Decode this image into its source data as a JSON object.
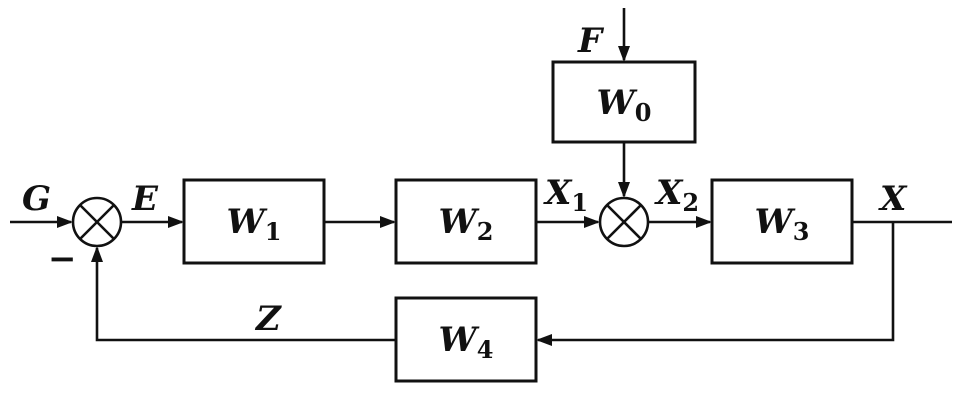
{
  "blocks": {
    "w0": {
      "base": "W",
      "sub": "0"
    },
    "w1": {
      "base": "W",
      "sub": "1"
    },
    "w2": {
      "base": "W",
      "sub": "2"
    },
    "w3": {
      "base": "W",
      "sub": "3"
    },
    "w4": {
      "base": "W",
      "sub": "4"
    }
  },
  "signals": {
    "g": "G",
    "e": "E",
    "f": "F",
    "x1": {
      "base": "X",
      "sub": "1"
    },
    "x2": {
      "base": "X",
      "sub": "2"
    },
    "x": "X",
    "z": "Z"
  },
  "feedback_sign": "−"
}
